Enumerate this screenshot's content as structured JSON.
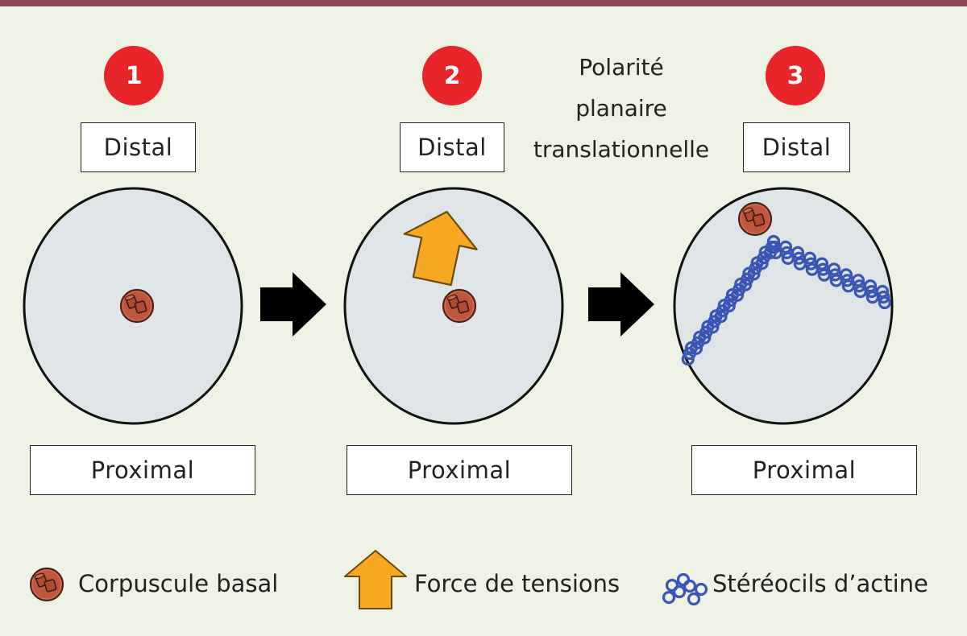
{
  "steps": [
    "1",
    "2",
    "3"
  ],
  "labels": {
    "distal": "Distal",
    "proximal": "Proximal"
  },
  "title_lines": [
    "Polarité",
    "planaire",
    "translationnelle"
  ],
  "legend": {
    "basal_body": "Corpuscule basal",
    "tension_force": "Force de tensions",
    "stereocilia": "Stéréocils d’actine"
  },
  "colors": {
    "background": "#eef2e4",
    "top_bar": "#8c4a55",
    "step_badge": "#e8262a",
    "cell_fill": "#dfe5e6",
    "basal_body": "#c0573c",
    "tension_arrow": "#f6a821",
    "stereocilia": "#3a55b4",
    "process_arrow": "#000000"
  },
  "icons": [
    "basal-body-icon",
    "tension-arrow-icon",
    "stereocilia-icon",
    "right-arrow-icon"
  ]
}
